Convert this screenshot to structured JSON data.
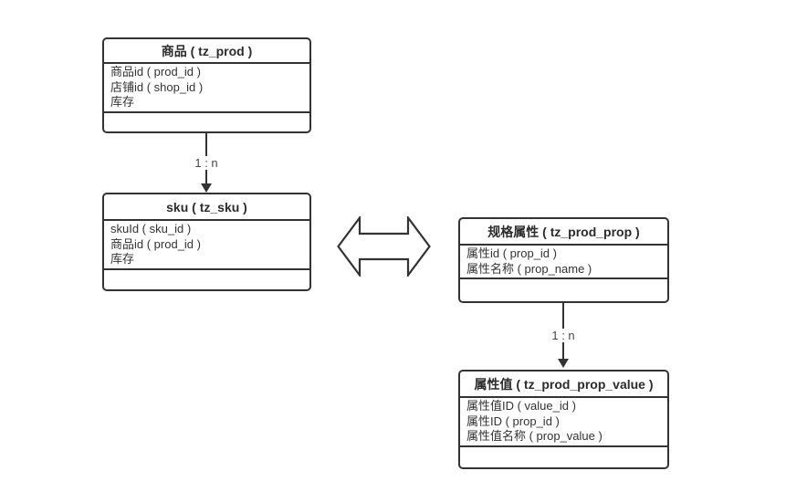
{
  "diagram": {
    "background": "#ffffff",
    "stroke_color": "#333333",
    "text_color": "#333333",
    "entities": [
      {
        "title": "商品 ( tz_prod )",
        "fields": [
          "商品id ( prod_id )",
          "店铺id ( shop_id )",
          "库存"
        ]
      },
      {
        "title": "sku ( tz_sku )",
        "fields": [
          "skuId ( sku_id )",
          "商品id ( prod_id )",
          "库存"
        ]
      },
      {
        "title": "规格属性 ( tz_prod_prop )",
        "fields": [
          "属性id ( prop_id )",
          "属性名称 ( prop_name )"
        ]
      },
      {
        "title": "属性值 ( tz_prod_prop_value )",
        "fields": [
          "属性值ID ( value_id )",
          "属性ID ( prop_id )",
          "属性值名称 ( prop_value )"
        ]
      }
    ],
    "connectors": [
      {
        "from": "商品 ( tz_prod )",
        "to": "sku ( tz_sku )",
        "label": "1 : n"
      },
      {
        "from": "规格属性 ( tz_prod_prop )",
        "to": "属性值 ( tz_prod_prop_value )",
        "label": "1 : n"
      }
    ],
    "relation_icon": "double-horizontal-arrow"
  }
}
